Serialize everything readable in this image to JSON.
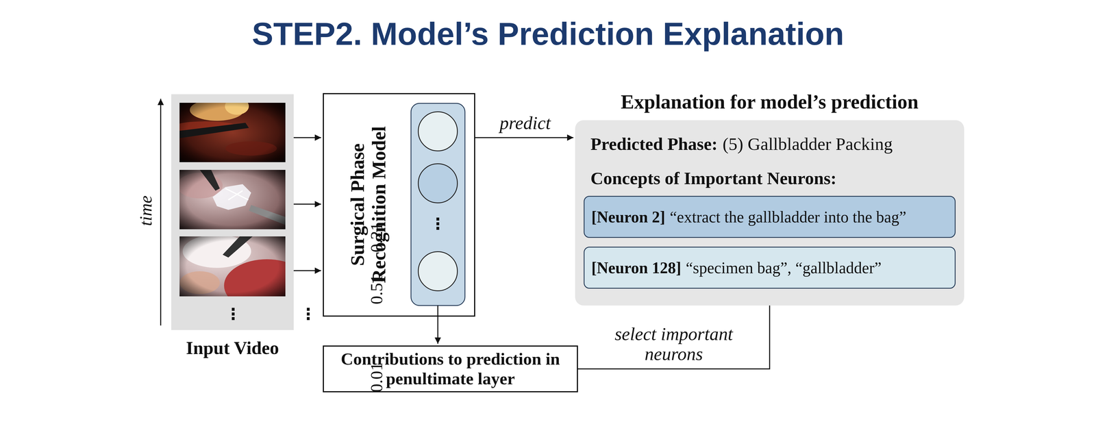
{
  "diagram": {
    "title": "STEP2. Model’s Prediction Explanation",
    "nodes": [
      {
        "text": [
          "Input Video"
        ]
      },
      {
        "text": [
          "Surgical Phase Recognition Model"
        ]
      },
      {
        "text": [
          "0.21"
        ],
        "in": 1
      },
      {
        "text": [
          "0.51"
        ],
        "in": 1
      },
      {
        "text": [
          "0.01"
        ],
        "in": 1
      },
      {
        "text": [
          "Explanation for model’s prediction",
          "Predicted Phase:",
          "(5) Gallbladder Packing",
          "Concepts of Important Neurons:"
        ]
      },
      {
        "text": [
          "[Neuron 2]",
          "“extract the gallbladder into the bag”"
        ],
        "in": 5
      },
      {
        "text": [
          "[Neuron 128]",
          "“specimen bag”, “gallbladder”"
        ],
        "in": 5
      },
      {
        "text": [
          "Contributions to prediction in penultimate layer"
        ]
      }
    ],
    "edges": [
      {
        "from": 0,
        "to": 1,
        "arrow": "to"
      },
      {
        "from": 0,
        "to": 1,
        "arrow": "to"
      },
      {
        "from": 0,
        "to": 1,
        "arrow": "to"
      },
      {
        "from": 1,
        "to": 5,
        "label": "predict",
        "arrow": "to"
      },
      {
        "from": 1,
        "to": 8,
        "arrow": "to"
      },
      {
        "from": 8,
        "to": 7,
        "label": "select important neurons",
        "arrow": "to"
      }
    ],
    "labels": [
      "time",
      "⋮",
      "⋮",
      "⋮"
    ]
  }
}
